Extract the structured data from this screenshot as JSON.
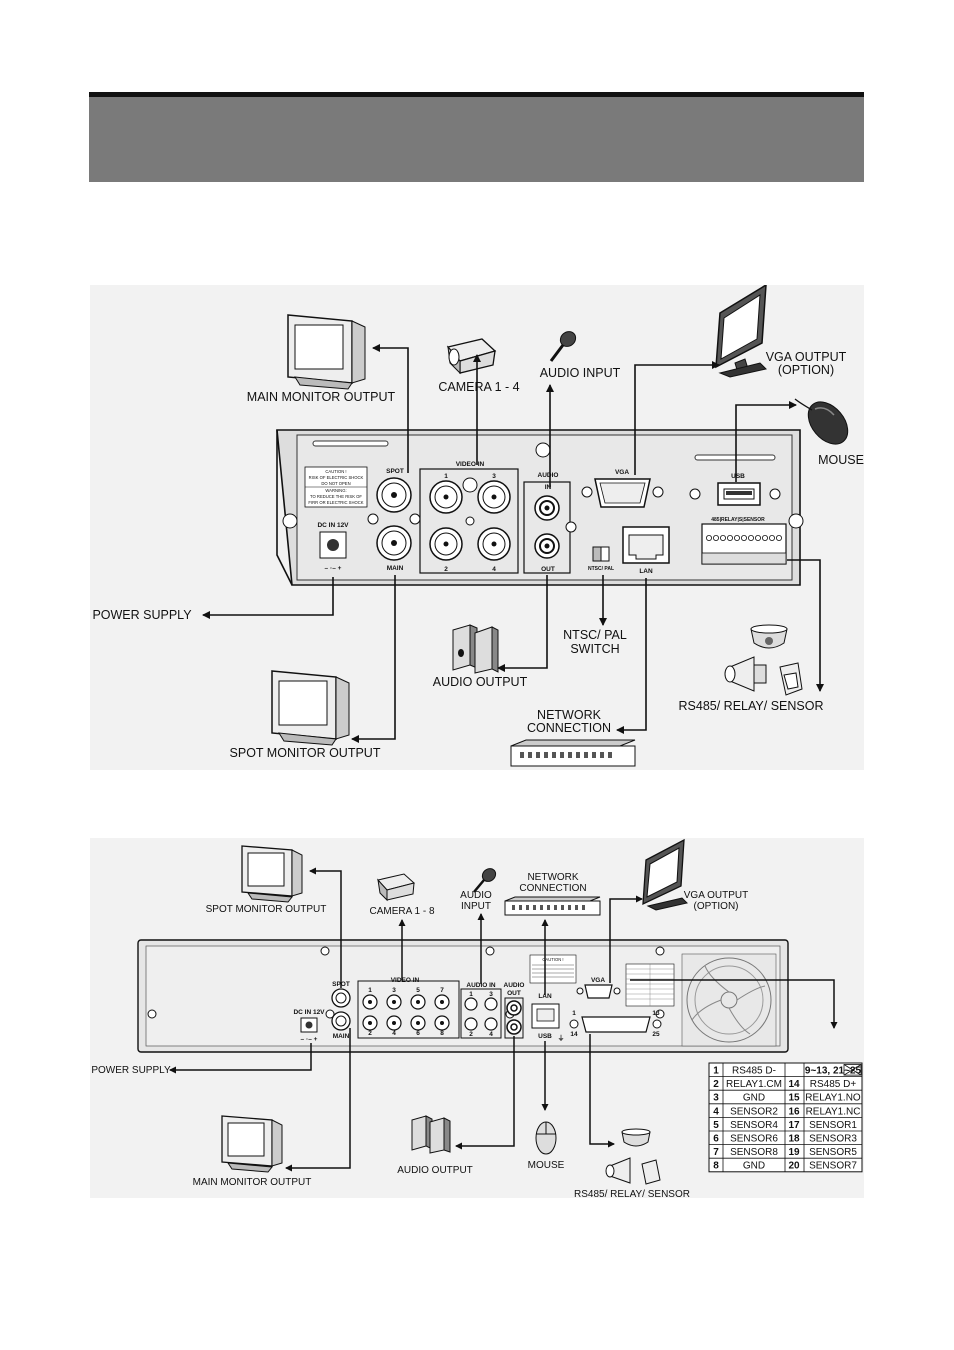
{
  "upper_diagram": {
    "labels": {
      "main_monitor_output": "MAIN MONITOR OUTPUT",
      "camera": "CAMERA 1 - 4",
      "audio_input": "AUDIO INPUT",
      "vga_output_1": "VGA OUTPUT",
      "vga_output_2": "(OPTION)",
      "mouse": "MOUSE",
      "power_supply": "POWER SUPPLY",
      "audio_output": "AUDIO OUTPUT",
      "ntsc_pal_1": "NTSC/ PAL",
      "ntsc_pal_2": "SWITCH",
      "network_1": "NETWORK",
      "network_2": "CONNECTION",
      "rs485": "RS485/ RELAY/ SENSOR",
      "spot_monitor_output": "SPOT MONITOR OUTPUT"
    },
    "panel_text": {
      "spot": "SPOT",
      "main": "MAIN",
      "video_in": "VIDEO IN",
      "ch1": "1",
      "ch2": "2",
      "ch3": "3",
      "ch4": "4",
      "audio": "AUDIO",
      "in": "IN",
      "out": "OUT",
      "vga": "VGA",
      "usb": "USB",
      "lan": "LAN",
      "ntsc_pal": "NTSC/ PAL",
      "dc_in": "DC IN 12V",
      "terminal": "485|RELAY|S|SENSOR",
      "caution": "CAUTION !",
      "caution_l1": "RISK OF ELECTRIC SHOCK",
      "caution_l2": "DO NOT OPEN",
      "warning": "WARNING:",
      "warning_l1": "TO REDUCE THE RISK OF",
      "warning_l2": "FIRR OR ELECTRIC SHOCK"
    }
  },
  "lower_diagram": {
    "labels": {
      "spot_monitor_output": "SPOT MONITOR OUTPUT",
      "camera": "CAMERA 1 - 8",
      "audio_input_1": "AUDIO",
      "audio_input_2": "INPUT",
      "network_1": "NETWORK",
      "network_2": "CONNECTION",
      "vga_output_1": "VGA OUTPUT",
      "vga_output_2": "(OPTION)",
      "power_supply": "POWER SUPPLY",
      "main_monitor_output": "MAIN MONITOR OUTPUT",
      "audio_output": "AUDIO OUTPUT",
      "mouse": "MOUSE",
      "rs485": "RS485/ RELAY/ SENSOR"
    },
    "panel_text": {
      "spot": "SPOT",
      "main": "MAIN",
      "dc_in": "DC IN 12V",
      "video_in": "VIDEO IN",
      "ch1": "1",
      "ch2": "2",
      "ch3": "3",
      "ch4": "4",
      "ch5": "5",
      "ch6": "6",
      "ch7": "7",
      "ch8": "8",
      "audio_in": "AUDIO IN",
      "audio_out_1": "AUDIO",
      "audio_out_2": "OUT",
      "lan": "LAN",
      "usb": "USB",
      "vga": "VGA",
      "d1": "1",
      "d13": "13",
      "d14": "14",
      "d25": "25",
      "caution": "CAUTION !"
    },
    "pin_table": [
      {
        "p1": "1",
        "s1": "RS485 D-",
        "p2": "9~13, 21~25",
        "s2": ""
      },
      {
        "p1": "2",
        "s1": "RELAY1.CM",
        "p2": "14",
        "s2": "RS485 D+"
      },
      {
        "p1": "3",
        "s1": "GND",
        "p2": "15",
        "s2": "RELAY1.NO"
      },
      {
        "p1": "4",
        "s1": "SENSOR2",
        "p2": "16",
        "s2": "RELAY1.NC"
      },
      {
        "p1": "5",
        "s1": "SENSOR4",
        "p2": "17",
        "s2": "SENSOR1"
      },
      {
        "p1": "6",
        "s1": "SENSOR6",
        "p2": "18",
        "s2": "SENSOR3"
      },
      {
        "p1": "7",
        "s1": "SENSOR8",
        "p2": "19",
        "s2": "SENSOR5"
      },
      {
        "p1": "8",
        "s1": "GND",
        "p2": "20",
        "s2": "SENSOR7"
      }
    ]
  }
}
